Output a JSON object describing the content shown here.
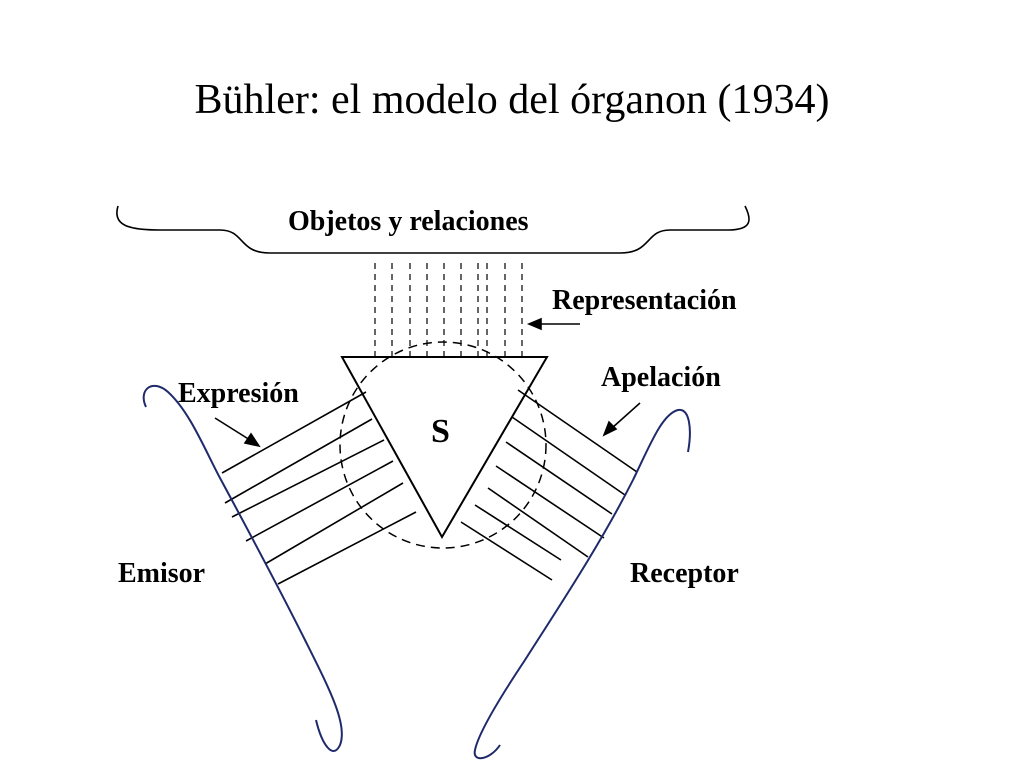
{
  "title": "Bühler: el modelo del órganon (1934)",
  "labels": {
    "objects": "Objetos y relaciones",
    "representation": "Representación",
    "expression": "Expresión",
    "appeal": "Apelación",
    "sender": "Emisor",
    "receiver": "Receptor",
    "sign": "S"
  },
  "colors": {
    "ink": "#000000",
    "curves": "#1f2a6b"
  }
}
